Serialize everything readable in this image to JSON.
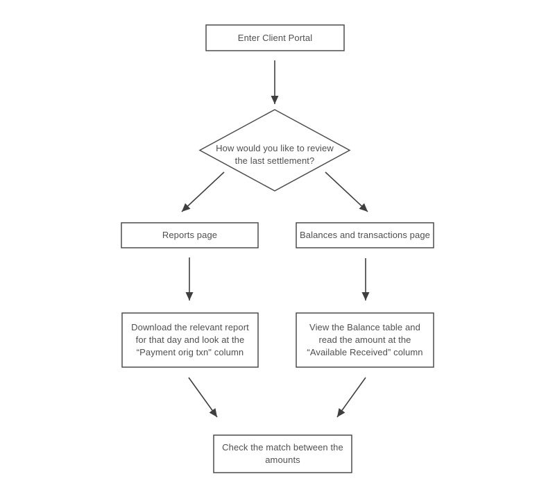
{
  "flowchart": {
    "colors": {
      "node_fill": "#ffffff",
      "node_border": "#4c4c4e",
      "arrow": "#3f3f41",
      "text": "#4f4f51",
      "background": "#ffffff"
    },
    "nodes": [
      {
        "id": "start",
        "type": "process",
        "label": "Enter Client Portal"
      },
      {
        "id": "decision",
        "type": "decision",
        "label": "How would you like to review\nthe last settlement?"
      },
      {
        "id": "reports",
        "type": "process",
        "label": "Reports page"
      },
      {
        "id": "balances",
        "type": "process",
        "label": "Balances and transactions page"
      },
      {
        "id": "download",
        "type": "process",
        "label": "Download the relevant report\nfor that day and look at the\n“Payment orig txn\" column"
      },
      {
        "id": "view",
        "type": "process",
        "label": "View the Balance table and\nread the amount at the\n“Available Received” column"
      },
      {
        "id": "check",
        "type": "process",
        "label": "Check the match between the\namounts"
      }
    ],
    "edges": [
      {
        "from": "start",
        "to": "decision"
      },
      {
        "from": "decision",
        "to": "reports"
      },
      {
        "from": "decision",
        "to": "balances"
      },
      {
        "from": "reports",
        "to": "download"
      },
      {
        "from": "balances",
        "to": "view"
      },
      {
        "from": "download",
        "to": "check"
      },
      {
        "from": "view",
        "to": "check"
      }
    ]
  }
}
